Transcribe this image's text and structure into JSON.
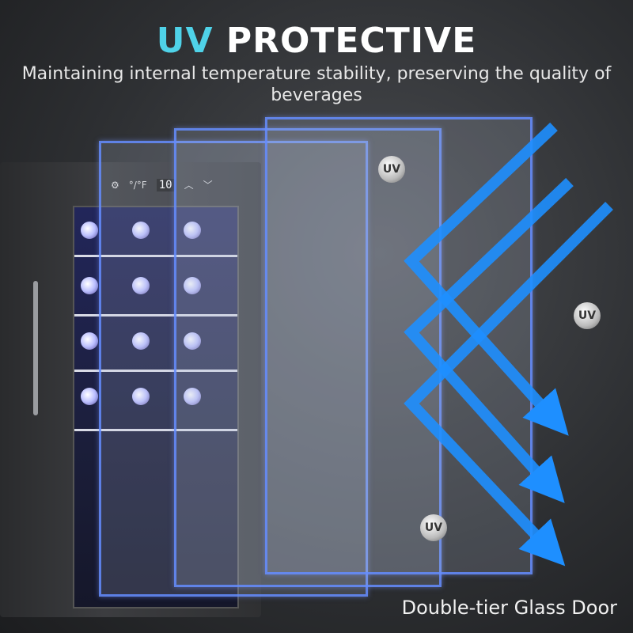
{
  "headline": {
    "accent": "UV",
    "rest": "PROTECTIVE"
  },
  "subtitle": "Maintaining internal temperature stability, preserving the quality of beverages",
  "control_panel": {
    "unit_icon": "°/°F",
    "temperature": "10",
    "up_icon": "chevron-up",
    "down_icon": "chevron-down",
    "light_icon": "light-icon"
  },
  "badges": [
    "UV",
    "UV",
    "UV"
  ],
  "caption": "Double-tier Glass Door",
  "colors": {
    "accent": "#4fd2e8",
    "arrow": "#1e8fff",
    "pane_border": "#6488ff"
  }
}
